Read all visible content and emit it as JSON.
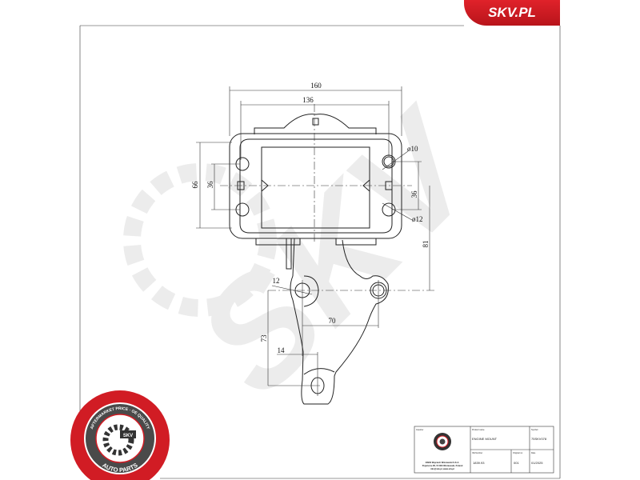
{
  "brand": {
    "label": "SKV.PL",
    "color": "#d11c24"
  },
  "logo": {
    "ring_top": "AFTERMARKET PRICE · OE QUALITY",
    "center": "SKV",
    "ring_bottom": "AUTO PARTS"
  },
  "watermark": "SKV",
  "dimensions": {
    "overall_width": "160",
    "hole_spacing_width": "136",
    "height_left": "66",
    "hole_spacing_left": "36",
    "hole_spacing_right": "36",
    "hole_top_right": "ø10",
    "hole_bottom_right": "ø12",
    "vertical_offset": "81",
    "bracket_hole": "12",
    "bracket_spacing": "70",
    "bracket_drop": "73",
    "bracket_offset": "14"
  },
  "title_block": {
    "importer_label": "Importer",
    "importer_lines": [
      "ESEN Wojciech Wiśniewski S.K.A.",
      "Pojezierze 85, 57-800 Wiśniewski, Poland",
      "info@skv.pl, www.skv.pl"
    ],
    "product_name_label": "Product name",
    "product_name": "ENGINE MOUNT",
    "symbol_label": "Symbol",
    "symbol": "75SKV078",
    "oe_number_label": "OE Number",
    "oe_number": "1839.93",
    "original_no_label": "Original no",
    "original_no": "001",
    "date_label": "Date",
    "date": "01/2025"
  }
}
